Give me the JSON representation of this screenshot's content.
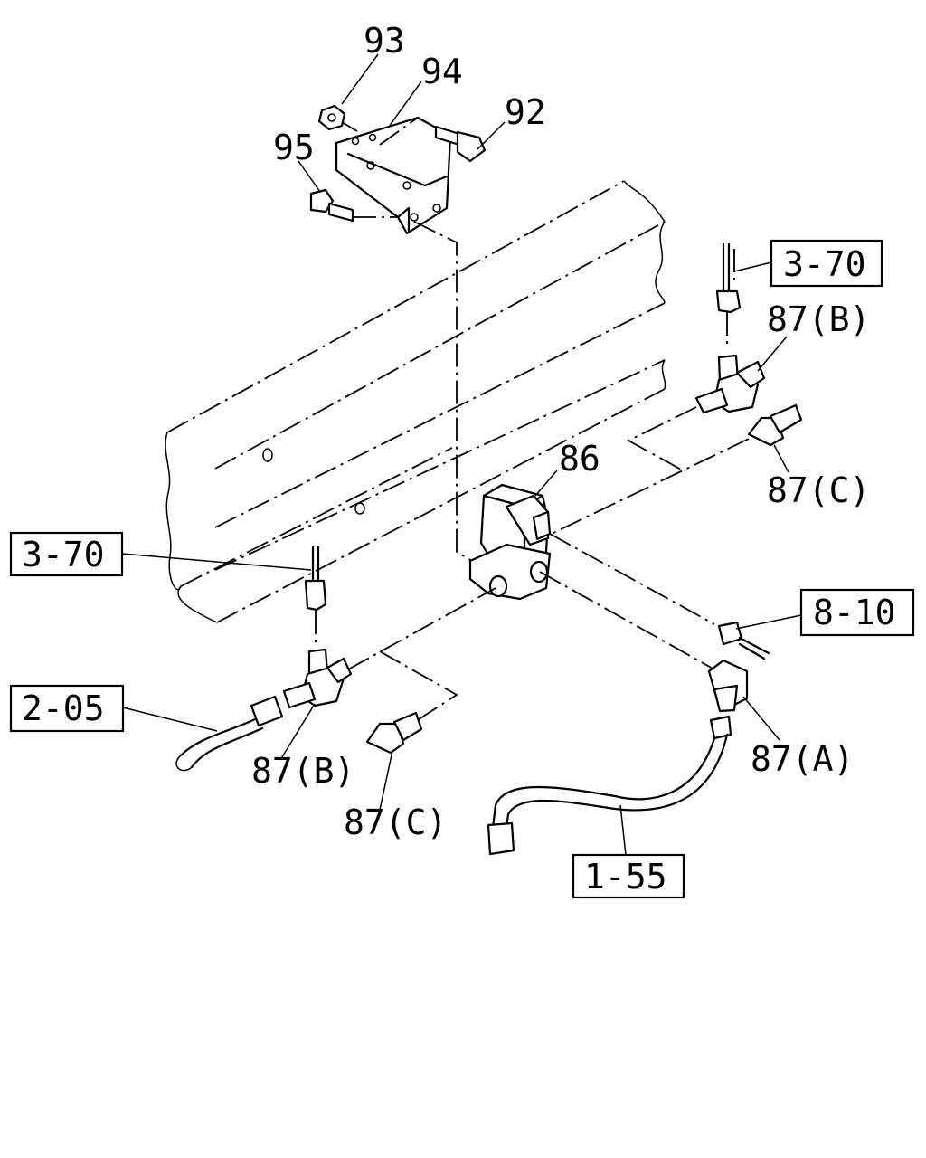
{
  "callouts": {
    "p93": "93",
    "p94": "94",
    "p92": "92",
    "p95": "95",
    "p86": "86",
    "p87b_right": "87(B)",
    "p87c_right": "87(C)",
    "p87b_left": "87(B)",
    "p87c_left": "87(C)",
    "p87a": "87(A)"
  },
  "references": {
    "r370_right": "3-70",
    "r370_left": "3-70",
    "r810": "8-10",
    "r205": "2-05",
    "r155": "1-55"
  }
}
